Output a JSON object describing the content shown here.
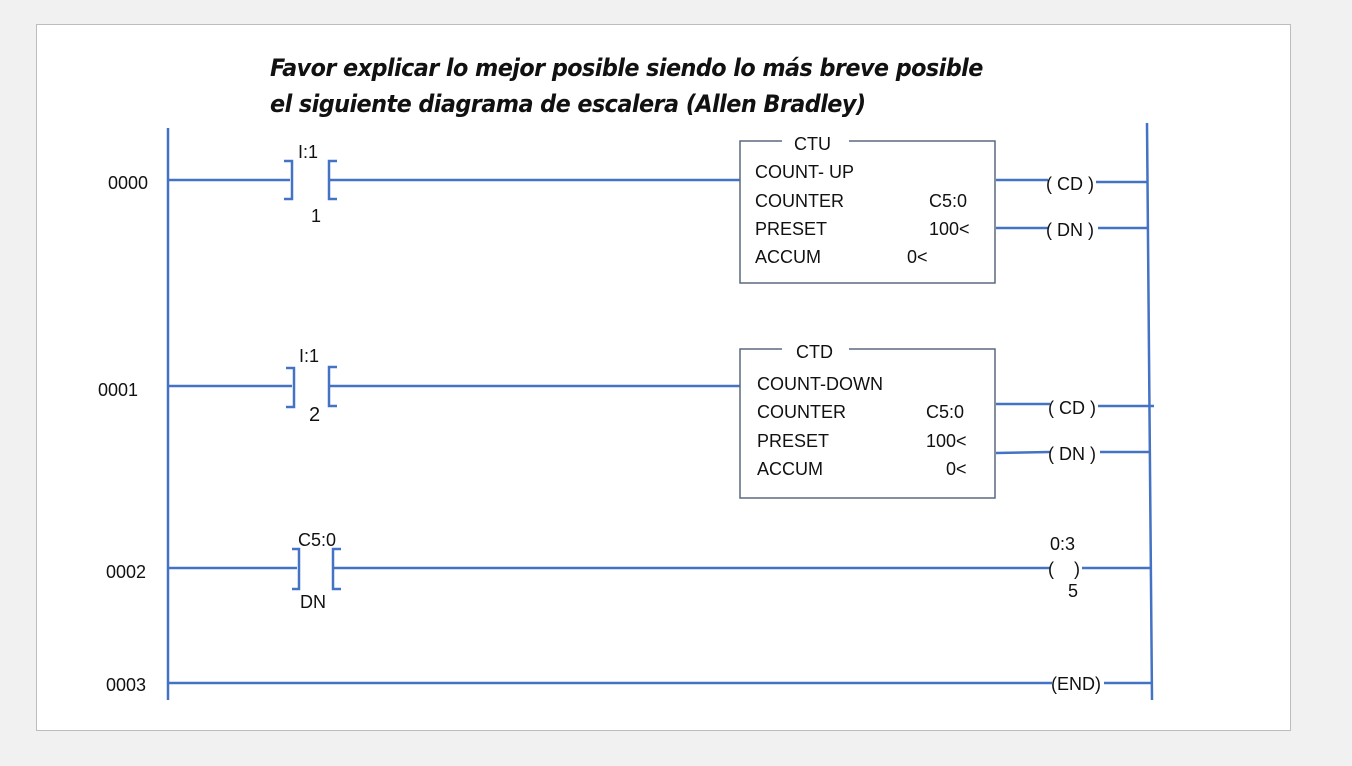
{
  "title": {
    "line1": "Favor explicar lo mejor posible siendo lo más breve posible",
    "line2": "el siguiente diagrama de escalera (Allen Bradley)"
  },
  "colors": {
    "wire": "#4472c4",
    "box_border": "#5a6a7e",
    "background": "#f1f1f1",
    "card": "#ffffff"
  },
  "rungs": [
    {
      "number": "0000",
      "contact": {
        "type": "XIC",
        "address": "I:1",
        "bit": "1"
      },
      "block": {
        "name": "CTU",
        "description": "COUNT- UP",
        "counter_label": "COUNTER",
        "counter_value": "C5:0",
        "preset_label": "PRESET",
        "preset_value": "100<",
        "accum_label": "ACCUM",
        "accum_value": "0<"
      },
      "outputs": [
        "( CD )",
        "( DN )"
      ]
    },
    {
      "number": "0001",
      "contact": {
        "type": "XIC",
        "address": "I:1",
        "bit": "2"
      },
      "block": {
        "name": "CTD",
        "description": "COUNT-DOWN",
        "counter_label": "COUNTER",
        "counter_value": "C5:0",
        "preset_label": "PRESET",
        "preset_value": "100<",
        "accum_label": "ACCUM",
        "accum_value": "0<"
      },
      "outputs": [
        "( CD )",
        "( DN )"
      ]
    },
    {
      "number": "0002",
      "contact": {
        "type": "XIC",
        "address": "C5:0",
        "bit": "DN"
      },
      "coil": {
        "address": "0:3",
        "symbol": "(    )",
        "bit": "5"
      }
    },
    {
      "number": "0003",
      "end_label": "(END)"
    }
  ]
}
